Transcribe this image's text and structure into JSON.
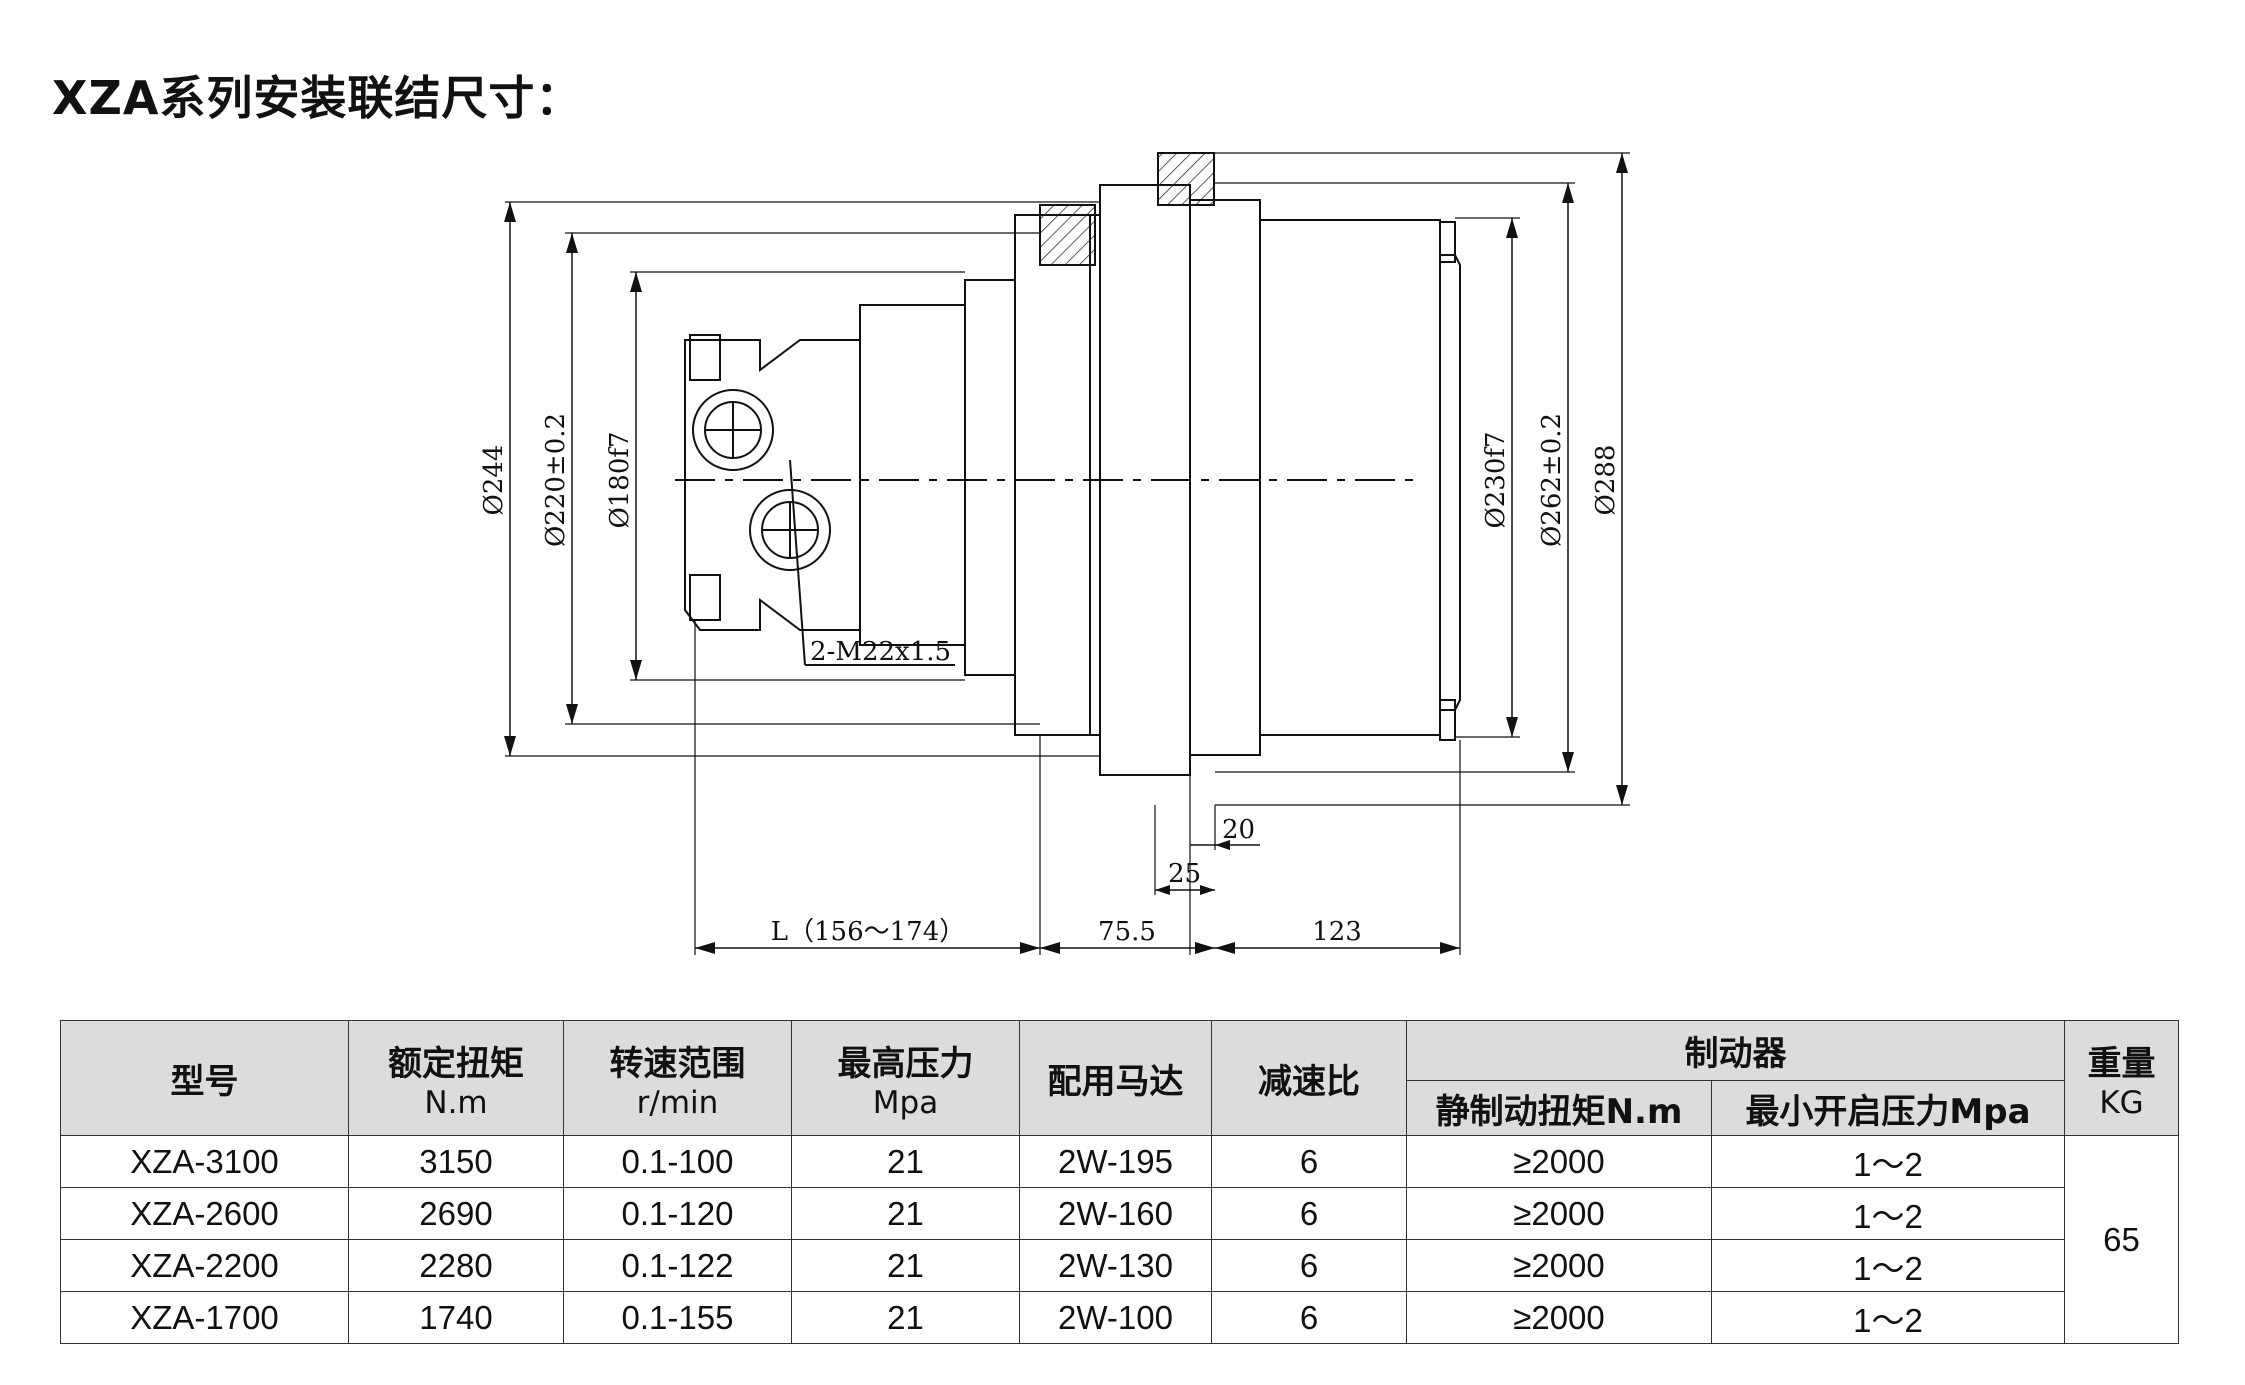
{
  "title": "XZA系列安装联结尺寸：",
  "drawing": {
    "dims": {
      "d244": "Ø244",
      "d220": "Ø220±0.2",
      "d180": "Ø180f7",
      "d230": "Ø230f7",
      "d262": "Ø262±0.2",
      "d288": "Ø288",
      "thread": "2-M22x1.5",
      "d20": "20",
      "d25": "25",
      "length_l": "L（156～174）",
      "length_75": "75.5",
      "length_123": "123"
    }
  },
  "table": {
    "headers": {
      "model": "型号",
      "torque": "额定扭矩",
      "torque_unit": "N.m",
      "speed": "转速范围",
      "speed_unit": "r/min",
      "pressure": "最高压力",
      "pressure_unit": "Mpa",
      "motor": "配用马达",
      "ratio": "减速比",
      "brake": "制动器",
      "brake_torque": "静制动扭矩N.m",
      "brake_pressure": "最小开启压力Mpa",
      "weight": "重量",
      "weight_unit": "KG"
    },
    "rows": [
      {
        "model": "XZA-3100",
        "torque": "3150",
        "speed": "0.1-100",
        "pressure": "21",
        "motor": "2W-195",
        "ratio": "6",
        "brake_torque": "≥2000",
        "brake_pressure": "1～2"
      },
      {
        "model": "XZA-2600",
        "torque": "2690",
        "speed": "0.1-120",
        "pressure": "21",
        "motor": "2W-160",
        "ratio": "6",
        "brake_torque": "≥2000",
        "brake_pressure": "1～2"
      },
      {
        "model": "XZA-2200",
        "torque": "2280",
        "speed": "0.1-122",
        "pressure": "21",
        "motor": "2W-130",
        "ratio": "6",
        "brake_torque": "≥2000",
        "brake_pressure": "1～2"
      },
      {
        "model": "XZA-1700",
        "torque": "1740",
        "speed": "0.1-155",
        "pressure": "21",
        "motor": "2W-100",
        "ratio": "6",
        "brake_torque": "≥2000",
        "brake_pressure": "1～2"
      }
    ],
    "weight_value": "65"
  }
}
